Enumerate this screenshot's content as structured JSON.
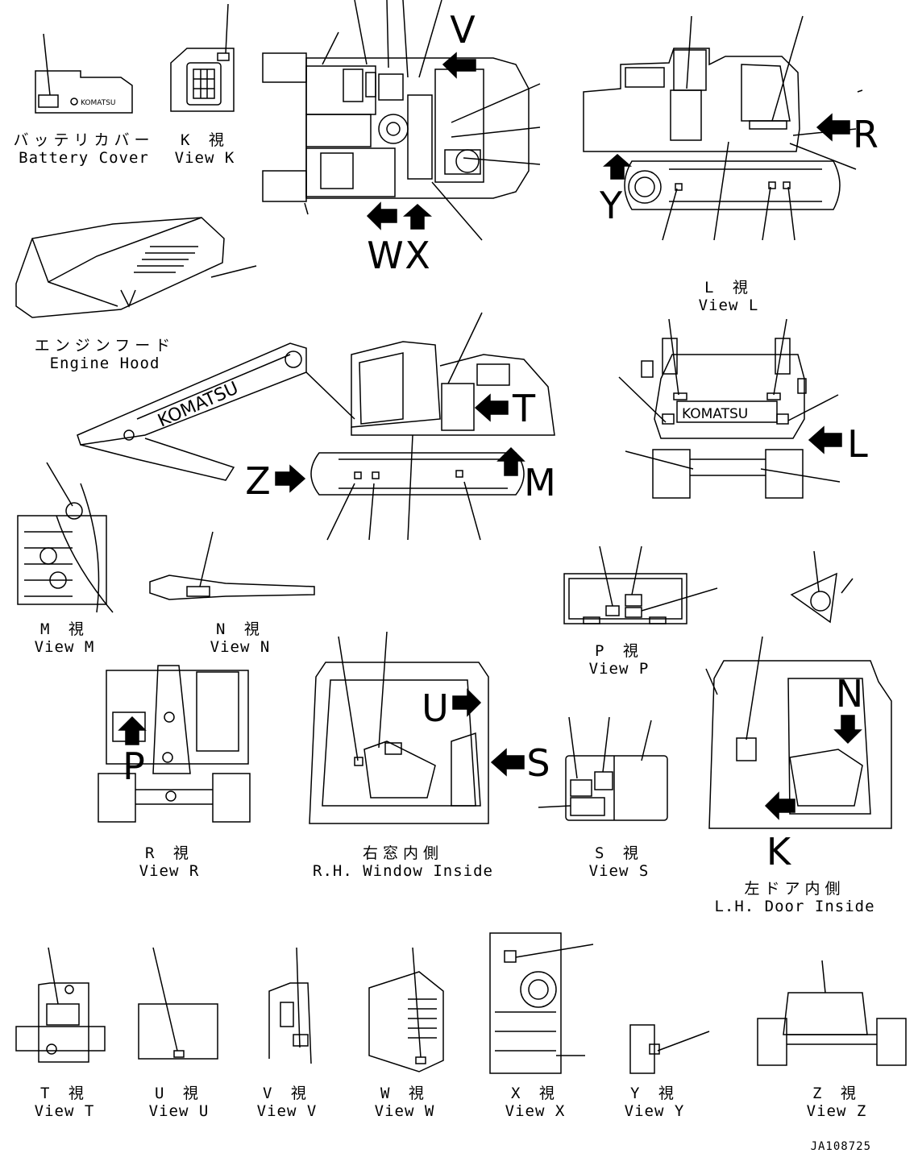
{
  "views": {
    "battery_cover": {
      "jp": "バッテリカバー",
      "en": "Battery Cover"
    },
    "view_k": {
      "jp": "K 視",
      "en": "View K"
    },
    "view_l": {
      "jp": "L 視",
      "en": "View L"
    },
    "engine_hood": {
      "jp": "エンジンフード",
      "en": "Engine Hood"
    },
    "view_m": {
      "jp": "M 視",
      "en": "View M"
    },
    "view_n": {
      "jp": "N 視",
      "en": "View N"
    },
    "view_p": {
      "jp": "P 視",
      "en": "View P"
    },
    "view_r": {
      "jp": "R 視",
      "en": "View R"
    },
    "rh_window": {
      "jp": "右窓内側",
      "en": "R.H. Window Inside"
    },
    "view_s": {
      "jp": "S 視",
      "en": "View S"
    },
    "lh_door": {
      "jp": "左ドア内側",
      "en": "L.H. Door Inside"
    },
    "view_t": {
      "jp": "T 視",
      "en": "View T"
    },
    "view_u": {
      "jp": "U 視",
      "en": "View U"
    },
    "view_v": {
      "jp": "V 視",
      "en": "View V"
    },
    "view_w": {
      "jp": "W 視",
      "en": "View W"
    },
    "view_x": {
      "jp": "X 視",
      "en": "View X"
    },
    "view_y": {
      "jp": "Y 視",
      "en": "View Y"
    },
    "view_z": {
      "jp": "Z 視",
      "en": "View Z"
    }
  },
  "arrows": {
    "v": "V",
    "w": "W",
    "x": "X",
    "r": "R",
    "y": "Y",
    "t": "T",
    "m": "M",
    "z": "Z",
    "l": "L",
    "u": "U",
    "s": "S",
    "n": "N",
    "k": "K",
    "p": "P"
  },
  "brand": "KOMATSU",
  "drawing_code": "JA108725"
}
